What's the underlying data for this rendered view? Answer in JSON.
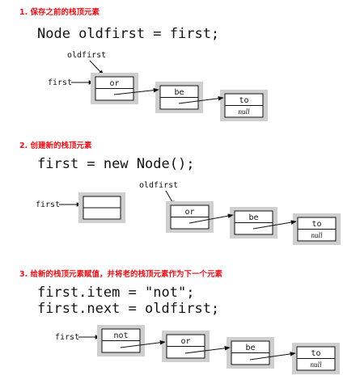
{
  "steps": [
    {
      "title": "1. 保存之前的栈顶元素",
      "code": [
        "Node oldfirst = first;"
      ],
      "labels": {
        "oldfirst": "oldfirst",
        "first": "first"
      },
      "nodes": [
        {
          "item": "or",
          "next": ""
        },
        {
          "item": "be",
          "next": ""
        },
        {
          "item": "to",
          "next": "null"
        }
      ]
    },
    {
      "title": "2. 创建新的栈顶元素",
      "code": [
        "first = new Node();"
      ],
      "labels": {
        "oldfirst": "oldfirst",
        "first": "first"
      },
      "nodes": [
        {
          "item": "",
          "next": ""
        },
        {
          "item": "or",
          "next": ""
        },
        {
          "item": "be",
          "next": ""
        },
        {
          "item": "to",
          "next": "null"
        }
      ]
    },
    {
      "title": "3. 给新的栈顶元素赋值，并将老的栈顶元素作为下一个元素",
      "code": [
        "first.item = \"not\";",
        "first.next = oldfirst;"
      ],
      "labels": {
        "first": "first"
      },
      "nodes": [
        {
          "item": "not",
          "next": ""
        },
        {
          "item": "or",
          "next": ""
        },
        {
          "item": "be",
          "next": ""
        },
        {
          "item": "to",
          "next": "null"
        }
      ]
    }
  ]
}
